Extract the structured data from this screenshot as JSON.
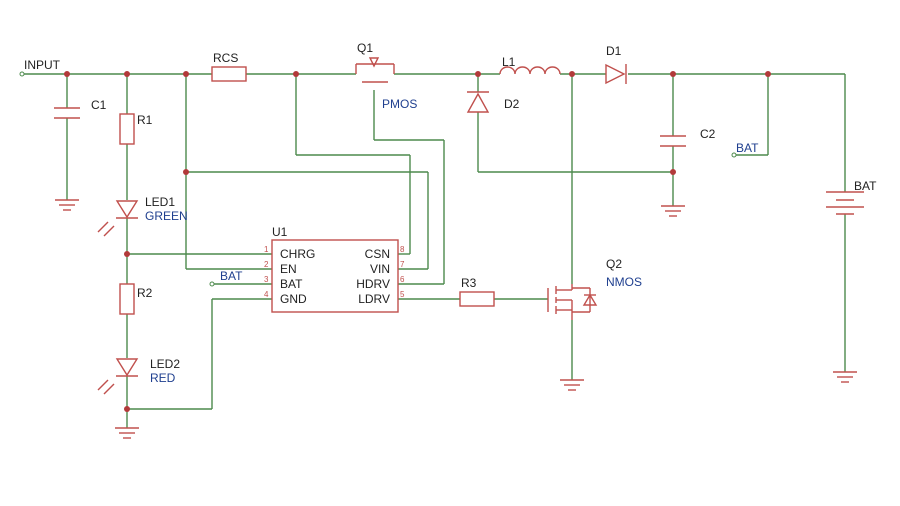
{
  "colors": {
    "wire": "#4d8a4d",
    "component": "#c0504d",
    "junction": "#b23a3a",
    "text": "#222222",
    "net_label": "#1f3f8f"
  },
  "nets": {
    "input": "INPUT",
    "bat_out": "BAT",
    "bat_in": "BAT"
  },
  "components": {
    "c1": "C1",
    "r1": "R1",
    "led1": {
      "ref": "LED1",
      "color": "GREEN"
    },
    "r2": "R2",
    "led2": {
      "ref": "LED2",
      "color": "RED"
    },
    "rcs": "RCS",
    "q1": {
      "ref": "Q1",
      "type": "PMOS"
    },
    "l1": "L1",
    "d1": "D1",
    "d2": "D2",
    "c2": "C2",
    "battery": "BAT",
    "r3": "R3",
    "q2": {
      "ref": "Q2",
      "type": "NMOS"
    },
    "u1": {
      "ref": "U1",
      "pins_left": [
        "CHRG",
        "EN",
        "BAT",
        "GND"
      ],
      "pins_right": [
        "CSN",
        "VIN",
        "HDRV",
        "LDRV"
      ],
      "pin_numbers_left": [
        "1",
        "2",
        "3",
        "4"
      ],
      "pin_numbers_right": [
        "8",
        "7",
        "6",
        "5"
      ]
    }
  }
}
